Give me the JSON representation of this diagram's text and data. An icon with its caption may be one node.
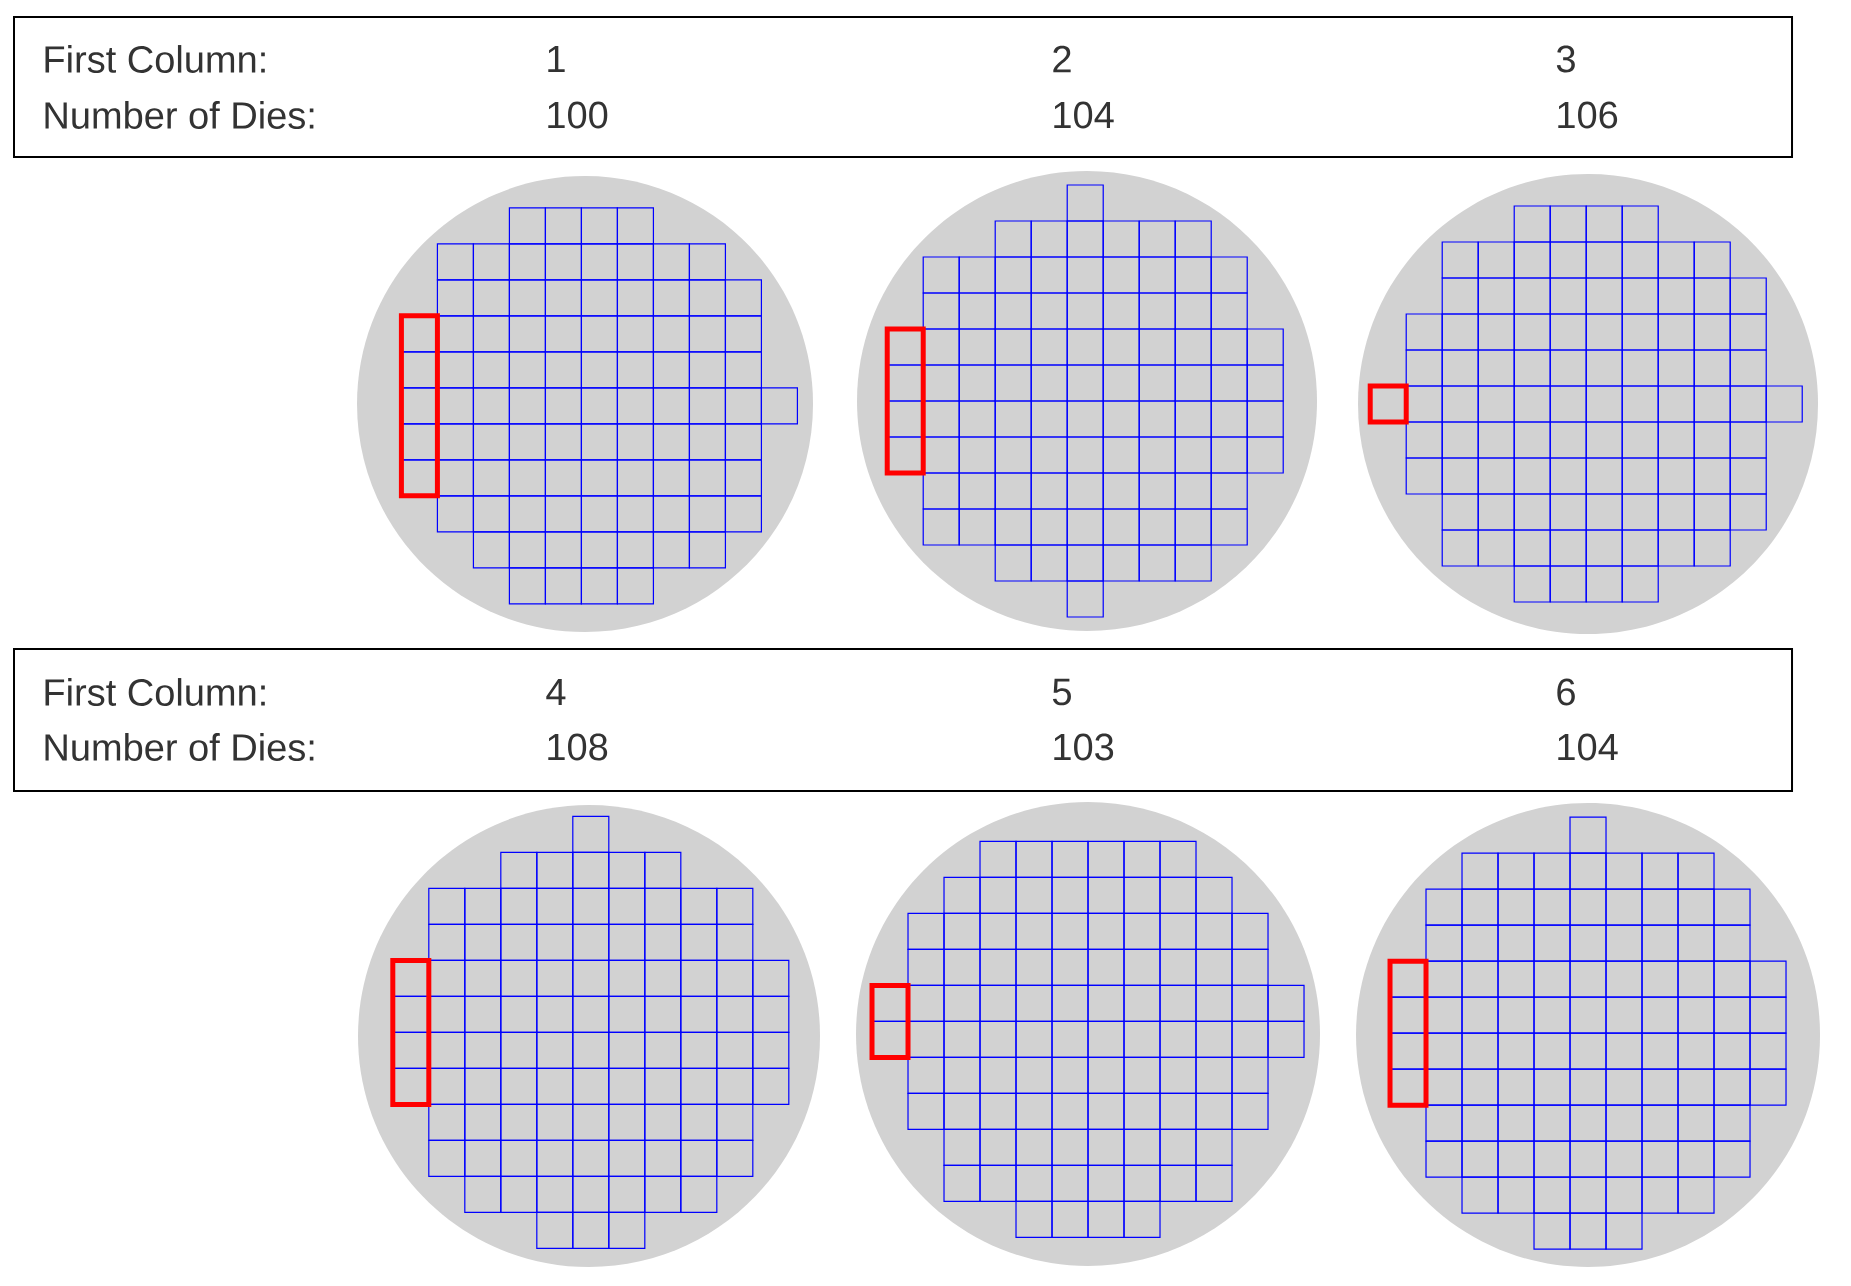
{
  "diagram": {
    "nodes": [
      {
        "text": [
          "First Column:",
          "1",
          "2",
          "3",
          "Number of Dies:",
          "100",
          "104",
          "106"
        ]
      },
      {
        "text": [
          "First Column:",
          "4",
          "5",
          "6",
          "Number of Dies:",
          "108",
          "103",
          "104"
        ]
      }
    ]
  }
}
